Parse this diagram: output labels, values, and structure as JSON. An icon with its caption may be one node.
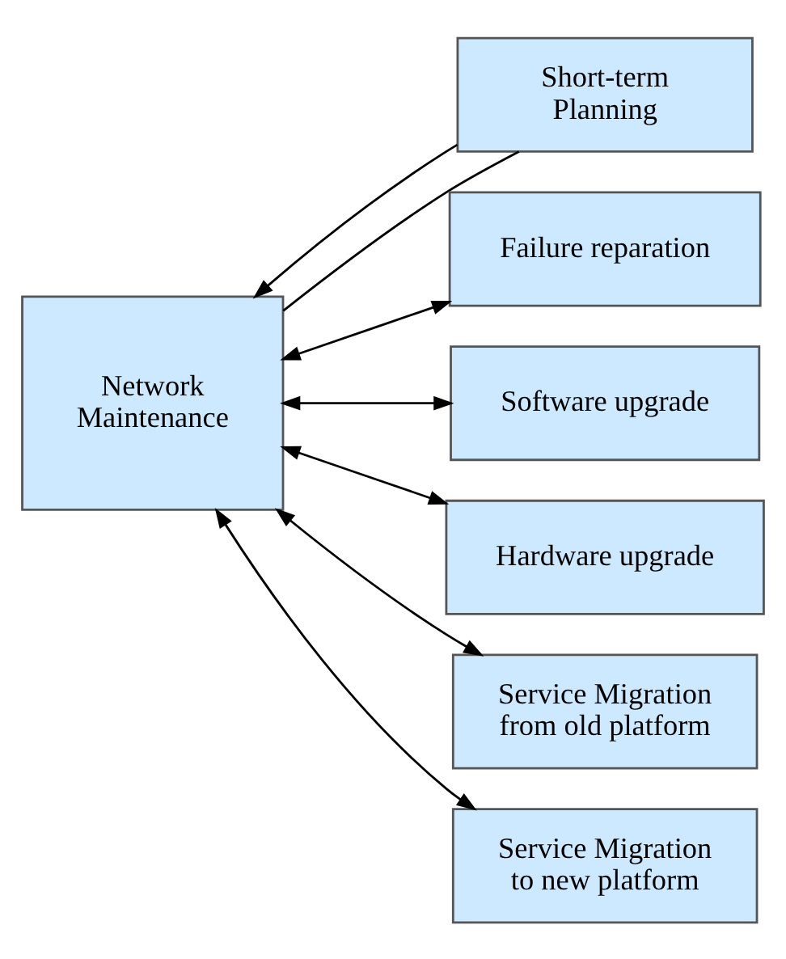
{
  "diagram": {
    "nodes": [
      {
        "text": [
          "Network Maintenance"
        ]
      },
      {
        "text": [
          "Short-term Planning"
        ]
      },
      {
        "text": [
          "Failure reparation"
        ]
      },
      {
        "text": [
          "Software upgrade"
        ]
      },
      {
        "text": [
          "Hardware upgrade"
        ]
      },
      {
        "text": [
          "Service Migration from old platform"
        ]
      },
      {
        "text": [
          "Service Migration to new platform"
        ]
      }
    ],
    "edges": [
      {
        "from": 0,
        "to": 1,
        "arrow": "none"
      },
      {
        "from": 1,
        "to": 0,
        "arrow": "to"
      },
      {
        "from": 0,
        "to": 2,
        "arrow": "both"
      },
      {
        "from": 0,
        "to": 3,
        "arrow": "both"
      },
      {
        "from": 0,
        "to": 4,
        "arrow": "both"
      },
      {
        "from": 0,
        "to": 5,
        "arrow": "both"
      },
      {
        "from": 0,
        "to": 6,
        "arrow": "both"
      }
    ]
  }
}
